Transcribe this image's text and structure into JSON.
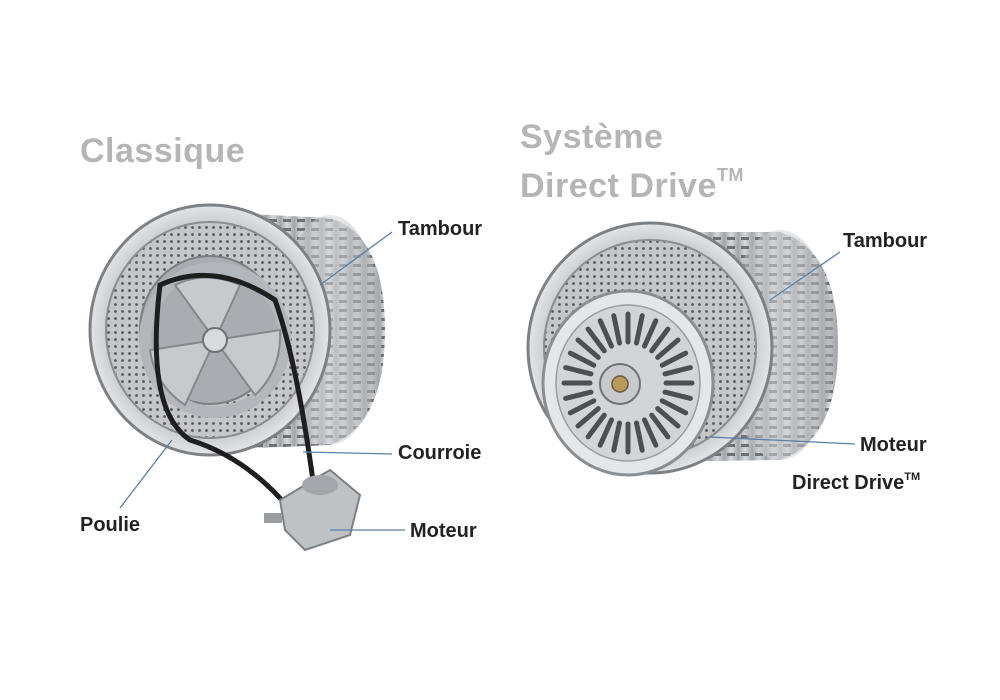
{
  "classic": {
    "title": "Classique",
    "labels": {
      "drum": "Tambour",
      "belt": "Courroie",
      "pulley": "Poulie",
      "motor": "Moteur"
    }
  },
  "direct_drive": {
    "title_line1": "Système",
    "title_line2": "Direct Drive",
    "trademark": "TM",
    "labels": {
      "drum": "Tambour",
      "motor_line1": "Moteur",
      "motor_line2": "Direct Drive",
      "motor_trademark": "TM"
    }
  },
  "colors": {
    "heading": "#b5b5b5",
    "label_text": "#222222",
    "leader_line": "#5b7fa6",
    "drum_metal": "#c9cbce",
    "drum_shadow": "#8d9094",
    "belt": "#1e1e1e"
  }
}
